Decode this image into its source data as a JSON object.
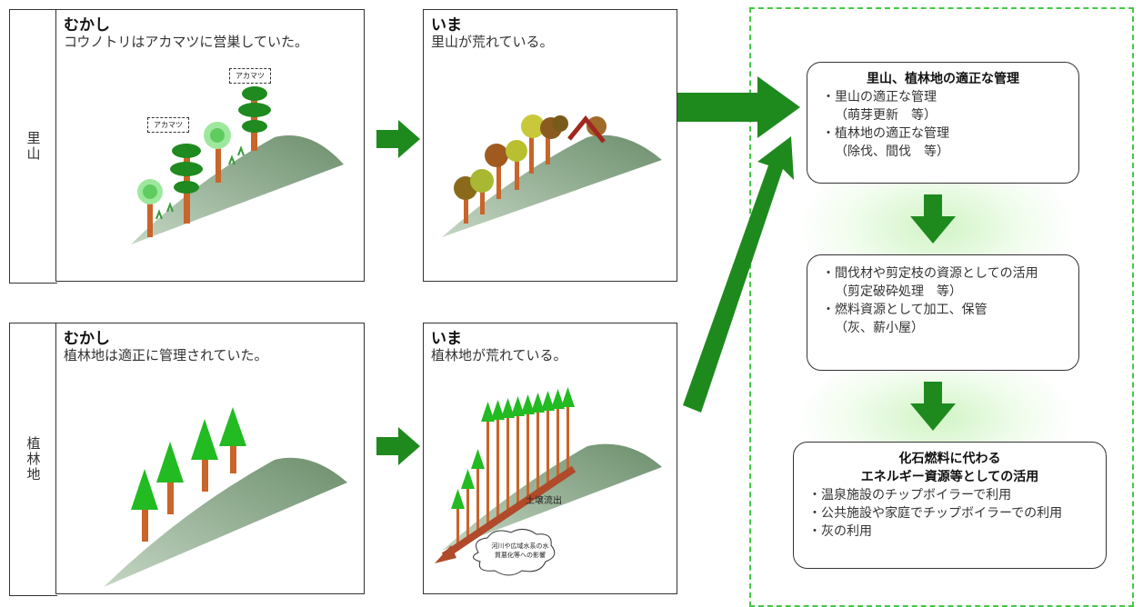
{
  "rows": [
    {
      "label": "里山"
    },
    {
      "label": "植林地"
    }
  ],
  "panels": {
    "satoyama_past": {
      "head": "むかし",
      "desc": "コウノトリはアカマツに営巣していた。",
      "tags": [
        "アカマツ",
        "アカマツ"
      ]
    },
    "satoyama_now": {
      "head": "いま",
      "desc": "里山が荒れている。"
    },
    "plantation_past": {
      "head": "むかし",
      "desc": "植林地は適正に管理されていた。"
    },
    "plantation_now": {
      "head": "いま",
      "desc": "植林地が荒れている。",
      "soil_label": "土壌流出",
      "cloud_lines": [
        "河川や広域水系の水",
        "質悪化等への影響"
      ]
    }
  },
  "boxes": {
    "management": {
      "title": "里山、植林地の適正な管理",
      "items": [
        {
          "text": "・里山の適正な管理",
          "sub": "（萌芽更新　等）"
        },
        {
          "text": "・植林地の適正な管理",
          "sub": "（除伐、間伐　等）"
        }
      ]
    },
    "use": {
      "items": [
        {
          "text": "・間伐材や剪定枝の資源としての活用",
          "sub": "（剪定破砕処理　等）"
        },
        {
          "text": "・燃料資源として加工、保管",
          "sub": "（灰、薪小屋）"
        }
      ]
    },
    "energy": {
      "title_lines": [
        "化石燃料に代わる",
        "エネルギー資源等としての活用"
      ],
      "items": [
        {
          "text": "・温泉施設のチップボイラーで利用"
        },
        {
          "text": "・公共施設や家庭でチップボイラーでの利用"
        },
        {
          "text": "・灰の利用"
        }
      ]
    }
  },
  "colors": {
    "arrow": "#1e8a1e",
    "dash": "#46c846",
    "trunk": "#c9642a",
    "pine": "#2a9a2a",
    "cedar": "#22bb22",
    "hill": "#8fae8f"
  }
}
